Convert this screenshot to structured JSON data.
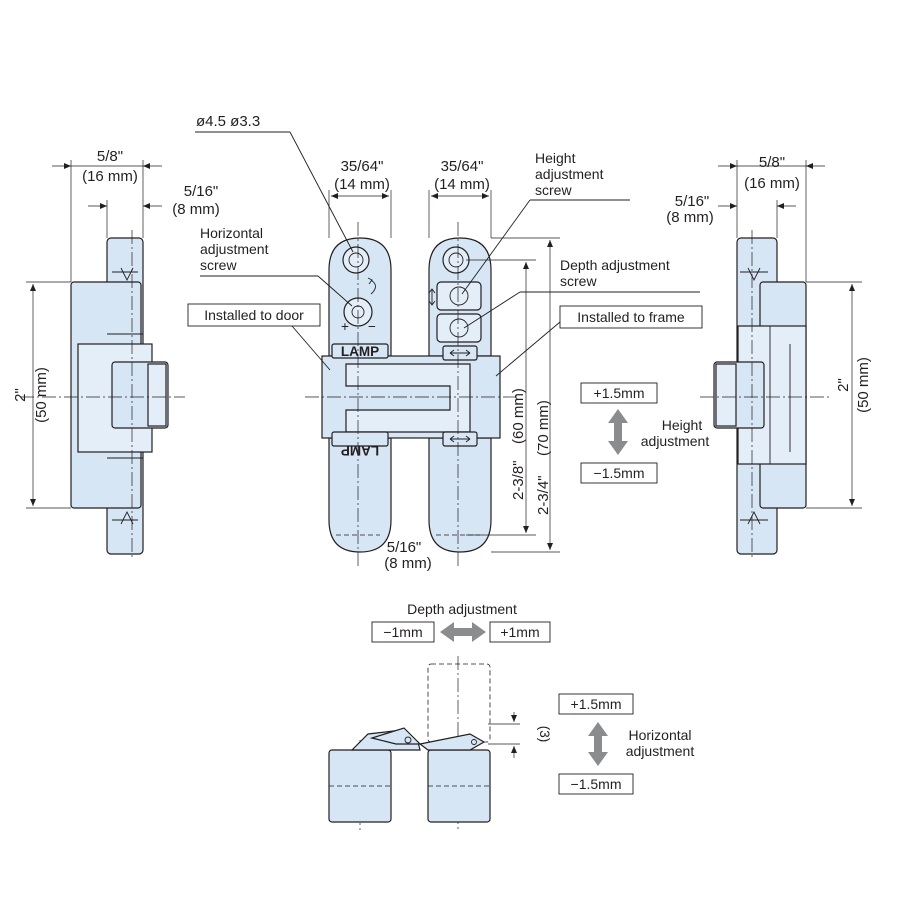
{
  "callouts": {
    "hole_diameters": "ø4.5  ø3.3",
    "horizontal_screw": [
      "Horizontal",
      "adjustment",
      "screw"
    ],
    "height_screw": [
      "Height",
      "adjustment",
      "screw"
    ],
    "depth_screw": [
      "Depth adjustment",
      "screw"
    ],
    "installed_door": "Installed to door",
    "installed_frame": "Installed to frame",
    "logo_text": "LAMP"
  },
  "dimensions": {
    "left_width_in": "5/8\"",
    "left_width_mm": "(16 mm)",
    "left_half_in": "5/16\"",
    "left_half_mm": "(8 mm)",
    "left_height_in": "2\"",
    "left_height_mm": "(50 mm)",
    "front_left_width_in": "35/64\"",
    "front_left_width_mm": "(14 mm)",
    "front_right_width_in": "35/64\"",
    "front_right_width_mm": "(14 mm)",
    "inner_height_in": "2-3/8\"",
    "inner_height_mm": "(60 mm)",
    "overall_height_in": "2-3/4\"",
    "overall_height_mm": "(70 mm)",
    "bottom_offset_in": "5/16\"",
    "bottom_offset_mm": "(8 mm)",
    "right_width_in": "5/8\"",
    "right_width_mm": "(16 mm)",
    "right_half_in": "5/16\"",
    "right_half_mm": "(8 mm)",
    "right_height_in": "2\"",
    "right_height_mm": "(50 mm)",
    "clearance": "(3)"
  },
  "height_adjustment": {
    "plus": "+1.5mm",
    "minus": "−1.5mm",
    "label": [
      "Height",
      "adjustment"
    ]
  },
  "depth_adjustment": {
    "label": "Depth adjustment",
    "minus": "−1mm",
    "plus": "+1mm"
  },
  "horizontal_adjustment": {
    "plus": "+1.5mm",
    "minus": "−1.5mm",
    "label": [
      "Horizontal",
      "adjustment"
    ]
  },
  "colors": {
    "part_fill": "#d6e6f4",
    "line": "#231f20",
    "adjust_arrow": "#8a8c8e"
  }
}
